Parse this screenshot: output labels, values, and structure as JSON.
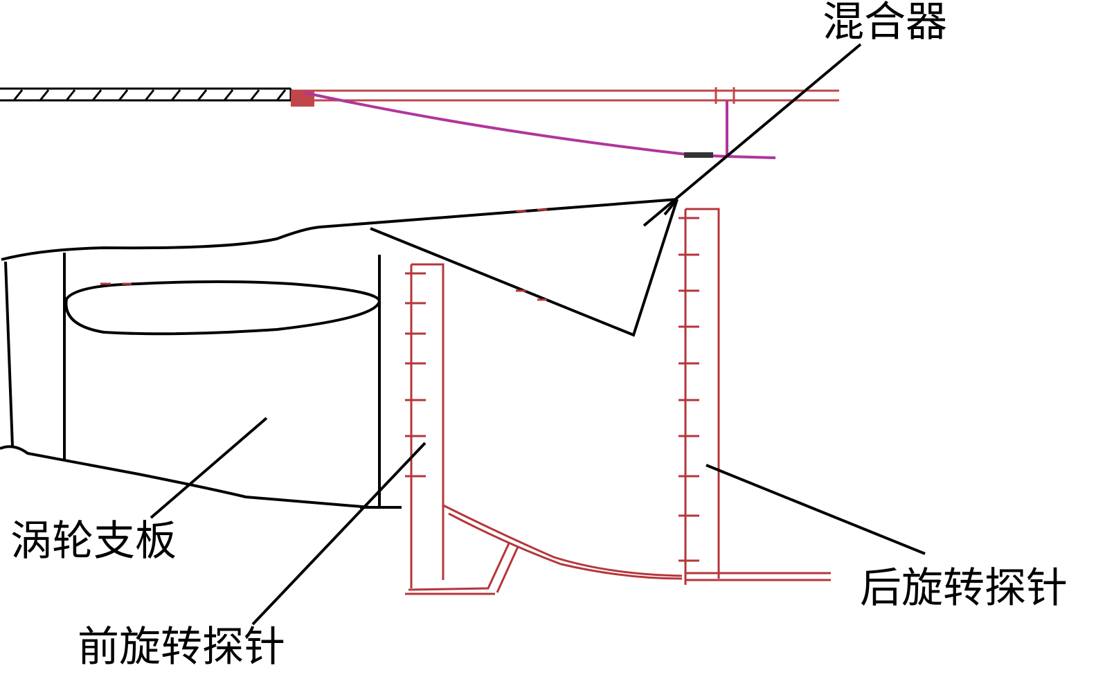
{
  "labels": {
    "mixer": "混合器",
    "turbine_strut": "涡轮支板",
    "front_probe": "前旋转探针",
    "rear_probe": "后旋转探针"
  },
  "colors": {
    "outline": "#000000",
    "probe_red": "#b5363a",
    "mixer_magenta": "#b0369c",
    "background": "#ffffff"
  }
}
